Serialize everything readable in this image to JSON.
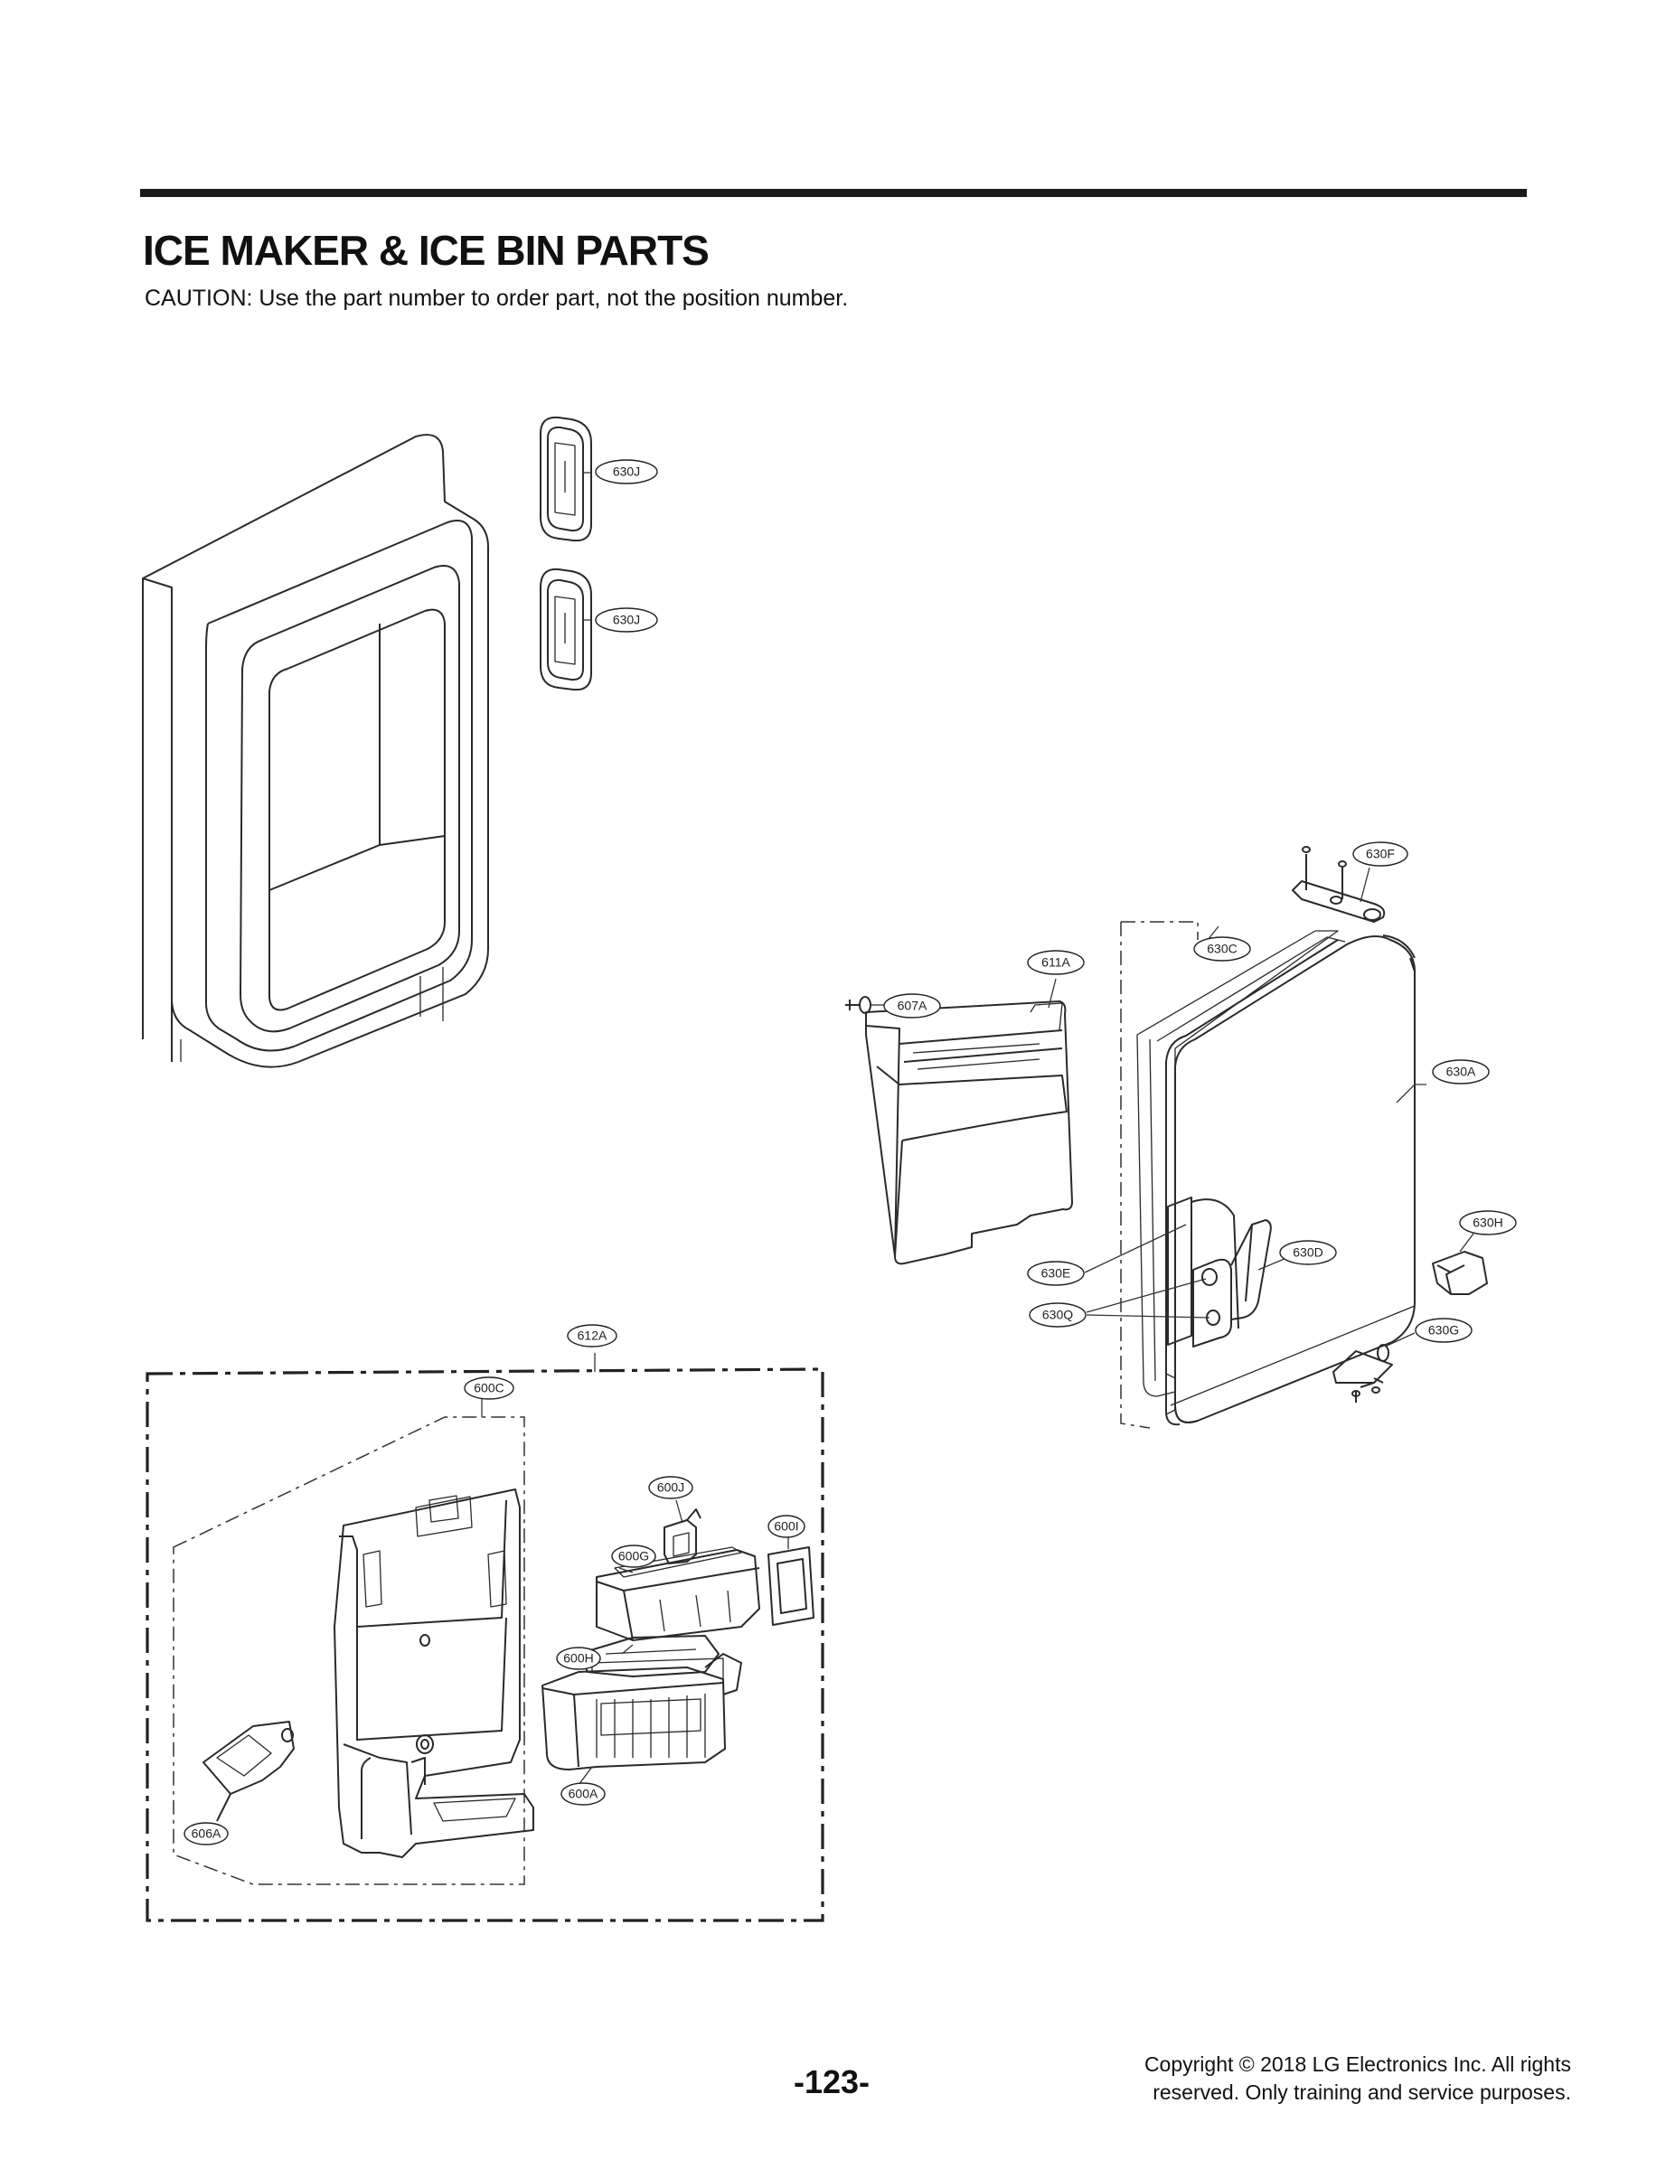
{
  "header": {
    "title": "ICE MAKER & ICE BIN PARTS",
    "caution": "CAUTION: Use the part number to order part, not the position number."
  },
  "footer": {
    "page_number": "-123-",
    "copyright_line1": "Copyright © 2018 LG Electronics Inc. All rights",
    "copyright_line2": "reserved. Only training and service purposes."
  },
  "callouts": {
    "c630J_top": "630J",
    "c630J_bottom": "630J",
    "c630F": "630F",
    "c630C": "630C",
    "c611A": "611A",
    "c607A": "607A",
    "c630A": "630A",
    "c630H": "630H",
    "c630D": "630D",
    "c630E": "630E",
    "c630Q": "630Q",
    "c630G": "630G",
    "c612A": "612A",
    "c600C": "600C",
    "c600J": "600J",
    "c600I": "600I",
    "c600G": "600G",
    "c600H": "600H",
    "c600A": "600A",
    "c606A": "606A"
  }
}
